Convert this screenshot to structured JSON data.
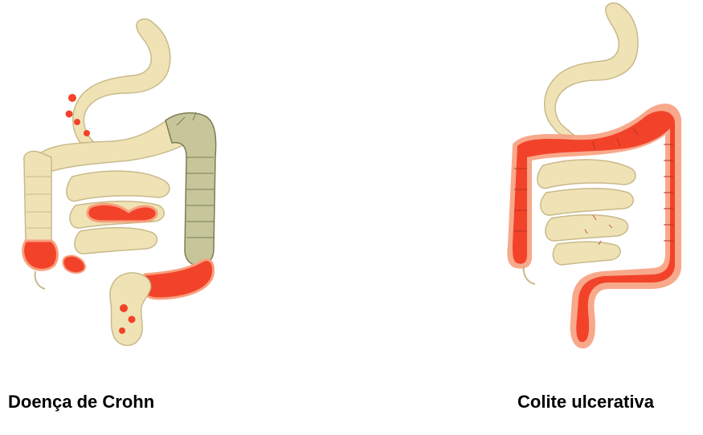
{
  "captions": {
    "left": "Doença de Crohn",
    "right": "Colite ulcerativa"
  },
  "colors": {
    "tissue": "#efe3b6",
    "tissue_outline": "#c9b98a",
    "inflamed": "#f2432a",
    "inflamed_halo": "#f7a07e",
    "thickened": "#c6c69a",
    "thickened_outline": "#7c7c55"
  },
  "legend_items": [
    {
      "panel": "left",
      "icon": "digestive-tract-crohn-illustration"
    },
    {
      "panel": "right",
      "icon": "digestive-tract-colitis-illustration"
    }
  ]
}
